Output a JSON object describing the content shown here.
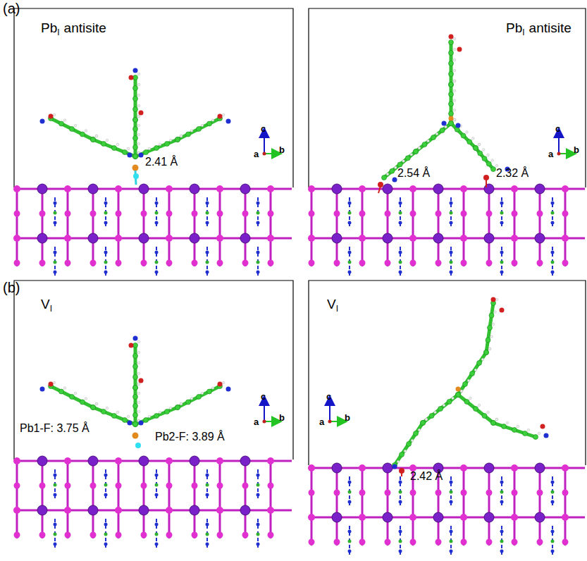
{
  "diagram": {
    "labels": [
      "(a)",
      "Pb",
      "I",
      "antisite",
      "c",
      "a",
      "b",
      "2.41 Å",
      "Pb",
      "I",
      "antisite",
      "c",
      "a",
      "b",
      "2.54 Å",
      "2.32 Å",
      "(b)",
      "V",
      "I",
      "c",
      "a",
      "b",
      "Pb1-F: 3.75 Å",
      "Pb2-F: 3.89 Å",
      "V",
      "I",
      "c",
      "a",
      "b",
      "2.42 Å"
    ]
  }
}
